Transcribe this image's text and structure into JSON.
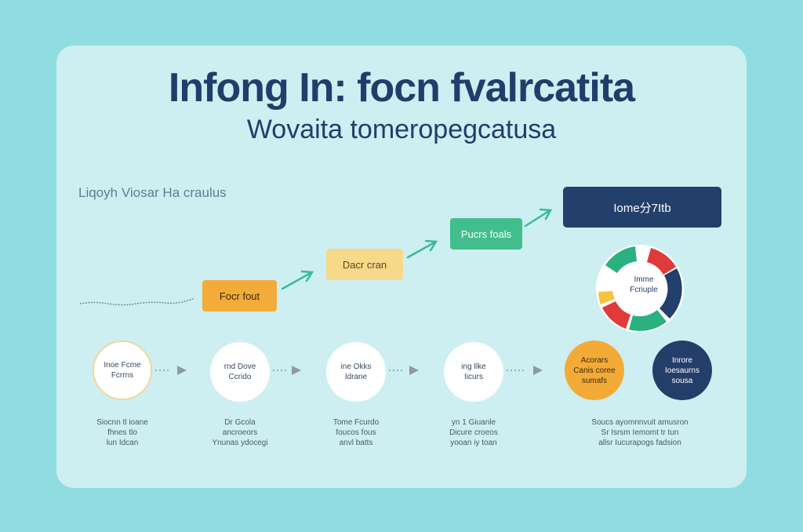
{
  "header": {
    "title": "Infong In: focn fvalrcatita",
    "subtitle": "Wovaita tomeropegcatusa"
  },
  "section_label": "Liqoyh Viosar Ha craulus",
  "steps": [
    {
      "label": "Focr fout",
      "color": "#f3ab3a"
    },
    {
      "label": "Dacr cran",
      "color": "#f7d98a"
    },
    {
      "label": "Pucrs foals",
      "color": "#41be8c"
    },
    {
      "label": "Iome分7Itb",
      "color": "#233f6b"
    }
  ],
  "donut": {
    "label_line1": "Imme",
    "label_line2": "Fcriuple",
    "segments": [
      "#e03a3a",
      "#233f6b",
      "#2bb07f",
      "#e03a3a",
      "#f5c242",
      "#2bb07f"
    ]
  },
  "stages": [
    {
      "line1": "Inoe Fcme",
      "line2": "Fcrrns"
    },
    {
      "line1": "rnd Dove",
      "line2": "Ccrido"
    },
    {
      "line1": "ine Okks",
      "line2": "Idrane"
    },
    {
      "line1": "ing Ilke",
      "line2": "Iicurs"
    },
    {
      "line1": "Acorars",
      "line2": "Canis coree",
      "line3": "sumafs"
    },
    {
      "line1": "Inrore",
      "line2": "Ioesaurns",
      "line3": "sousa"
    }
  ],
  "captions": [
    {
      "line1": "Siocnn tl ioane",
      "line2": "fhnes tlo",
      "line3": "lun Idcan"
    },
    {
      "line1": "Dr Gcola",
      "line2": "ancroeors",
      "line3": "Ynunas ydocegi"
    },
    {
      "line1": "Tome Fcurdo",
      "line2": "foucos fous",
      "line3": "anvl batts"
    },
    {
      "line1": "yn 1 Giuanle",
      "line2": "Dicure croeos",
      "line3": "yooan iy toan"
    },
    {
      "line1": "Soucs ayomnnvuit amusron",
      "line2": "Sr Isrsm Iemomt tr tun",
      "line3": "allsr Iucurapogs fadsion"
    }
  ]
}
